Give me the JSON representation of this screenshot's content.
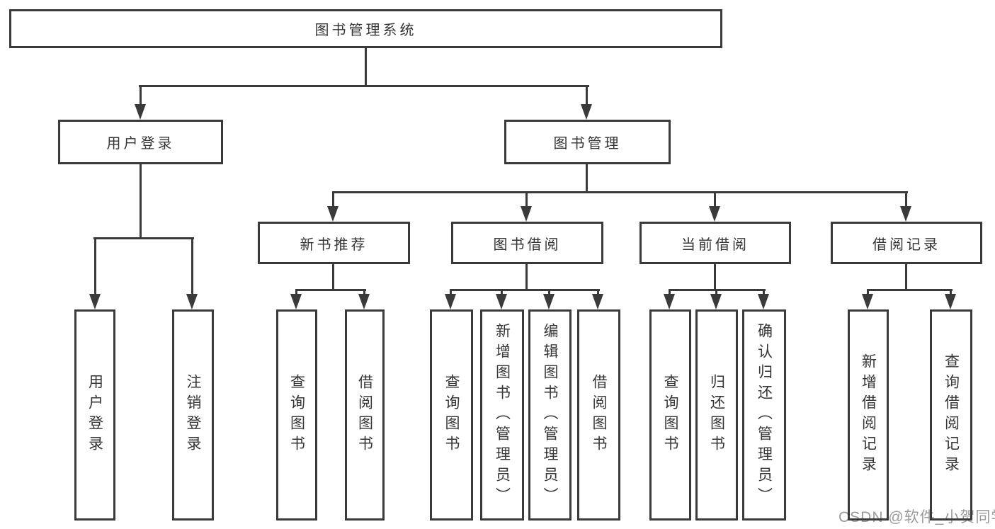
{
  "diagram": {
    "title": "图书管理系统",
    "children": [
      {
        "label": "用户登录",
        "children": [
          {
            "label": "用户登录"
          },
          {
            "label": "注销登录"
          }
        ]
      },
      {
        "label": "图书管理",
        "children": [
          {
            "label": "新书推荐",
            "children": [
              {
                "label": "查询图书"
              },
              {
                "label": "借阅图书"
              }
            ]
          },
          {
            "label": "图书借阅",
            "children": [
              {
                "label": "查询图书"
              },
              {
                "label": "新增图书（管理员）"
              },
              {
                "label": "编辑图书（管理员）"
              },
              {
                "label": "借阅图书"
              }
            ]
          },
          {
            "label": "当前借阅",
            "children": [
              {
                "label": "查询图书"
              },
              {
                "label": "归还图书"
              },
              {
                "label": "确认归还（管理员）"
              }
            ]
          },
          {
            "label": "借阅记录",
            "children": [
              {
                "label": "新增借阅记录"
              },
              {
                "label": "查询借阅记录"
              }
            ]
          }
        ]
      }
    ]
  },
  "watermark": {
    "text": "CSDN @软件_小贺同学"
  },
  "colors": {
    "line": "#3a3a3a",
    "box_border": "#3a3a3a",
    "text": "#353535",
    "watermark": "#9b9b9b",
    "background": "#ffffff"
  }
}
